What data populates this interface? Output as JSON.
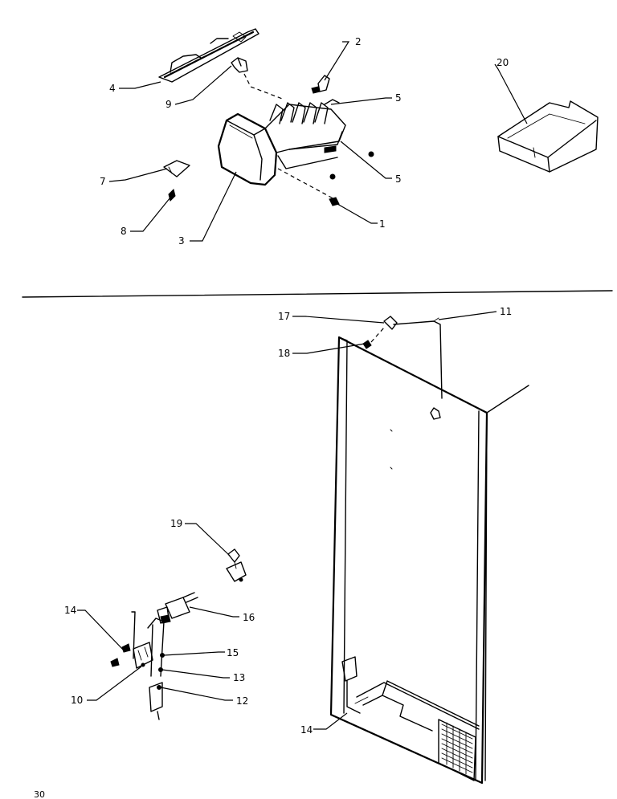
{
  "callouts": [
    {
      "id": "c1",
      "text": "1"
    },
    {
      "id": "c2",
      "text": "2"
    },
    {
      "id": "c3",
      "text": "3"
    },
    {
      "id": "c4",
      "text": "4"
    },
    {
      "id": "c5a",
      "text": "5"
    },
    {
      "id": "c5b",
      "text": "5"
    },
    {
      "id": "c7",
      "text": "7"
    },
    {
      "id": "c8",
      "text": "8"
    },
    {
      "id": "c9",
      "text": "9"
    },
    {
      "id": "c10",
      "text": "10"
    },
    {
      "id": "c11",
      "text": "11"
    },
    {
      "id": "c12",
      "text": "12"
    },
    {
      "id": "c13",
      "text": "13"
    },
    {
      "id": "c14a",
      "text": "14"
    },
    {
      "id": "c14b",
      "text": "14"
    },
    {
      "id": "c15",
      "text": "15"
    },
    {
      "id": "c16",
      "text": "16"
    },
    {
      "id": "c17",
      "text": "17"
    },
    {
      "id": "c18",
      "text": "18"
    },
    {
      "id": "c19",
      "text": "19"
    },
    {
      "id": "c20",
      "text": "20"
    }
  ],
  "page_number": "30"
}
